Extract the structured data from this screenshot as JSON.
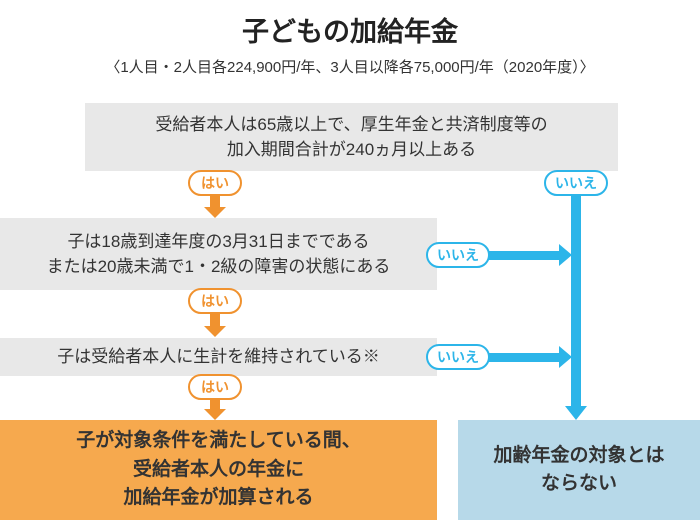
{
  "title": "子どもの加給年金",
  "subtitle": "〈1人目・2人目各224,900円/年、3人目以降各75,000円/年（2020年度）〉",
  "labels": {
    "yes": "はい",
    "no": "いいえ"
  },
  "steps": [
    {
      "line1": "受給者本人は65歳以上で、厚生年金と共済制度等の",
      "line2": "加入期間合計が240ヵ月以上ある"
    },
    {
      "line1": "子は18歳到達年度の3月31日までである",
      "line2": "または20歳未満で1・2級の障害の状態にある"
    },
    {
      "line1": "子は受給者本人に生計を維持されている※"
    }
  ],
  "outcomes": {
    "yes": {
      "line1": "子が対象条件を満たしている間、",
      "line2": "受給者本人の年金に",
      "line3": "加給年金が加算される"
    },
    "no": {
      "line1": "加齢年金の対象とは",
      "line2": "ならない"
    }
  },
  "colors": {
    "orange": "#f0922f",
    "orange_light": "#f6a94e",
    "blue": "#2cb5e9",
    "blue_light": "#b7d9e9",
    "gray_box": "#e8e8e8",
    "text": "#333333"
  }
}
